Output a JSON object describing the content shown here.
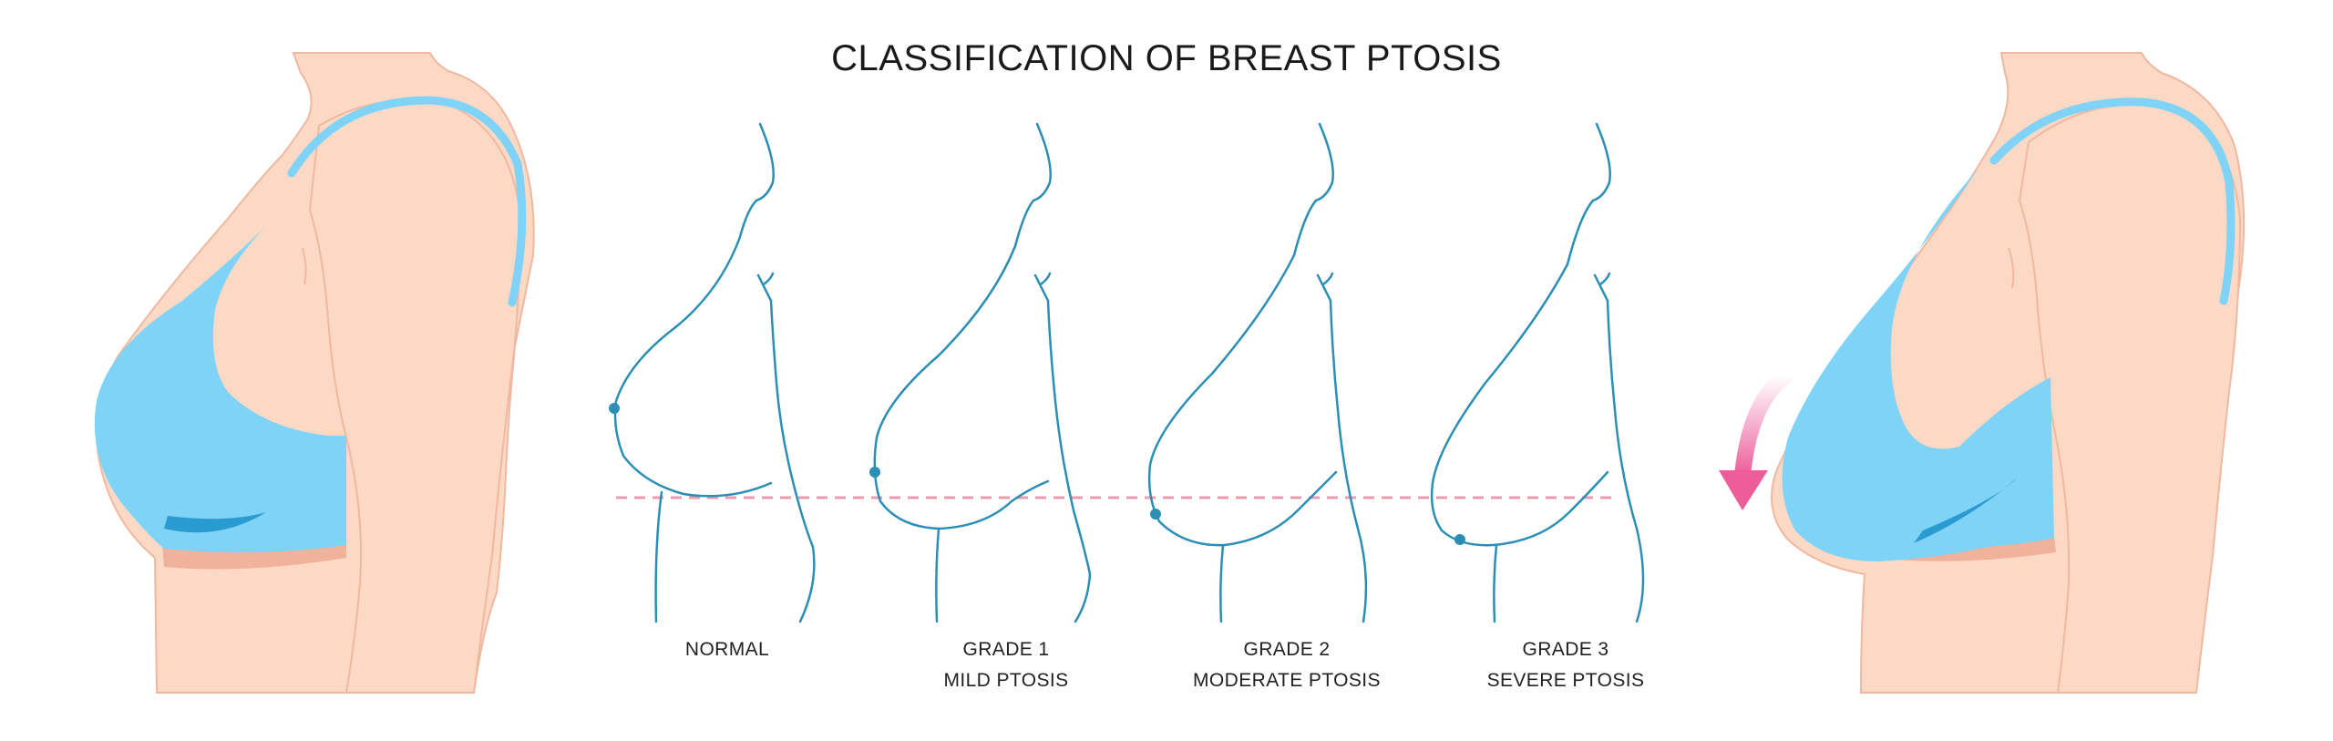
{
  "title": "CLASSIFICATION OF BREAST PTOSIS",
  "stages": [
    {
      "label": "NORMAL",
      "sublabel": ""
    },
    {
      "label": "GRADE 1",
      "sublabel": "MILD PTOSIS"
    },
    {
      "label": "GRADE 2",
      "sublabel": "MODERATE PTOSIS"
    },
    {
      "label": "GRADE 3",
      "sublabel": "SEVERE PTOSIS"
    }
  ],
  "colors": {
    "skin": "#fcd9c5",
    "skin_outline": "#f0b8a0",
    "bra": "#7ed3f7",
    "bra_dark": "#2a9bd0",
    "band_shadow": "#f0b29a",
    "line_art": "#2b8fb5",
    "reference_line": "#ee9aae",
    "arrow": "#ec5d9a"
  },
  "icons": {
    "arrow": "curved-down-arrow-icon"
  }
}
